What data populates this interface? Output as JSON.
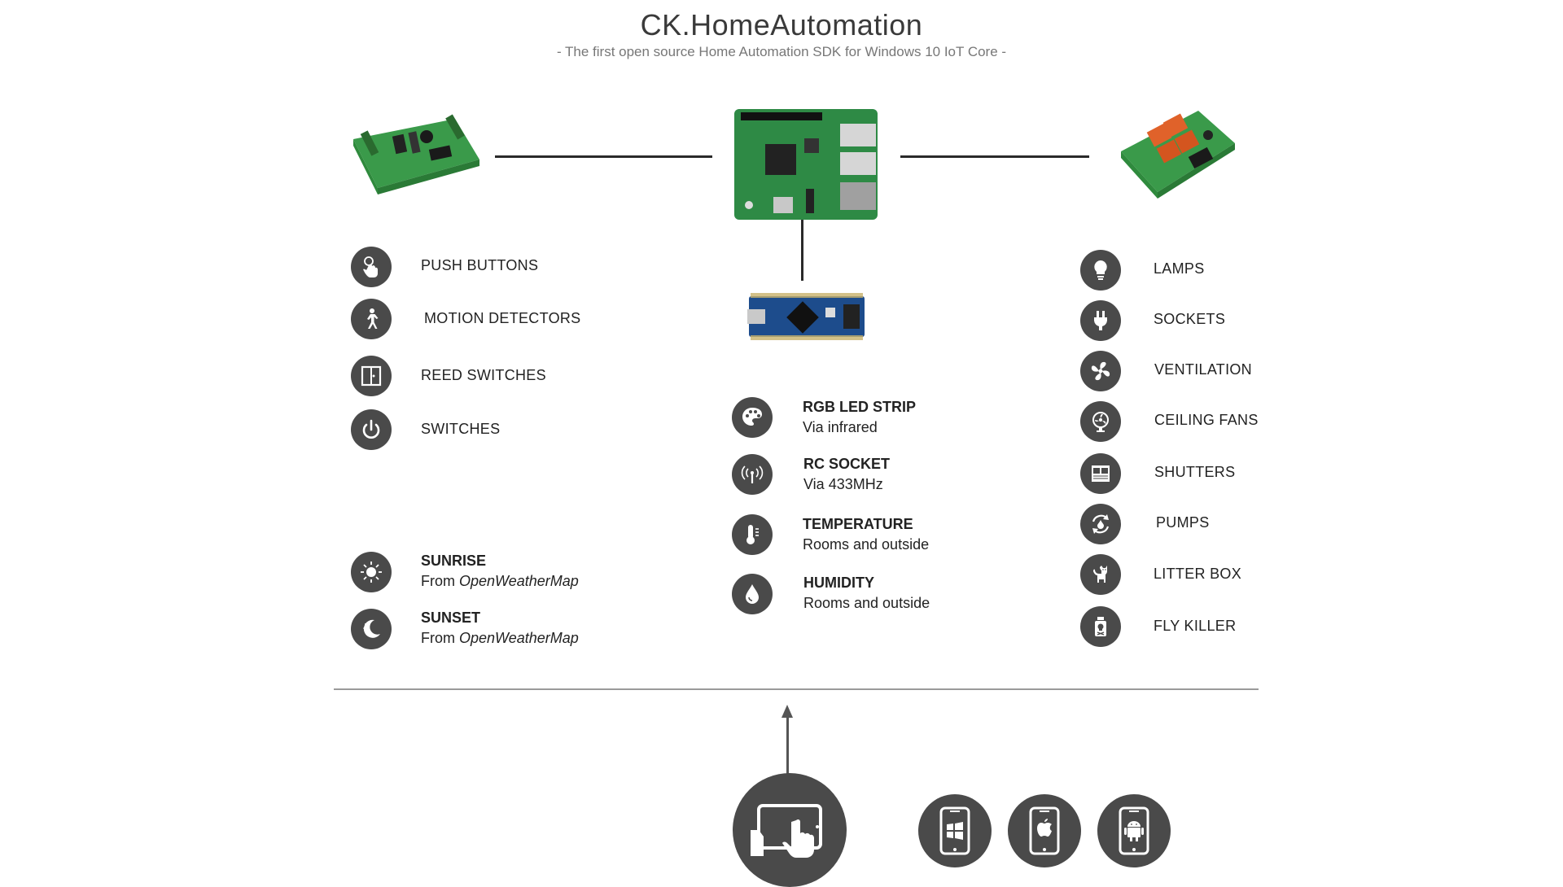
{
  "header": {
    "title": "CK.HomeAutomation",
    "subtitle": "- The first open source Home Automation SDK for Windows 10 IoT Core -"
  },
  "inputs": [
    {
      "label": "PUSH BUTTONS",
      "icon": "touch-hand-icon"
    },
    {
      "label": "MOTION DETECTORS",
      "icon": "walking-person-icon"
    },
    {
      "label": "REED SWITCHES",
      "icon": "door-window-icon"
    },
    {
      "label": "SWITCHES",
      "icon": "power-icon"
    }
  ],
  "weather": [
    {
      "title": "SUNRISE",
      "prefix": "From ",
      "source": "OpenWeatherMap",
      "icon": "sun-icon"
    },
    {
      "title": "SUNSET",
      "prefix": "From ",
      "source": "OpenWeatherMap",
      "icon": "moon-icon"
    }
  ],
  "center": [
    {
      "title": "RGB LED STRIP",
      "sub": "Via infrared",
      "icon": "palette-icon"
    },
    {
      "title": "RC SOCKET",
      "sub": "Via 433MHz",
      "icon": "antenna-icon"
    },
    {
      "title": "TEMPERATURE",
      "sub": "Rooms and outside",
      "icon": "thermometer-icon"
    },
    {
      "title": "HUMIDITY",
      "sub": "Rooms and outside",
      "icon": "droplet-icon"
    }
  ],
  "outputs": [
    {
      "label": "LAMPS",
      "icon": "lightbulb-icon"
    },
    {
      "label": "SOCKETS",
      "icon": "plug-icon"
    },
    {
      "label": "VENTILATION",
      "icon": "fan-icon"
    },
    {
      "label": "CEILING FANS",
      "icon": "ceiling-fan-icon"
    },
    {
      "label": "SHUTTERS",
      "icon": "shutter-icon"
    },
    {
      "label": "PUMPS",
      "icon": "pump-icon"
    },
    {
      "label": "LITTER BOX",
      "icon": "cat-icon"
    },
    {
      "label": "FLY KILLER",
      "icon": "skull-bottle-icon"
    }
  ],
  "clients": [
    {
      "icon": "tablet-touch-icon"
    },
    {
      "icon": "windows-phone-icon"
    },
    {
      "icon": "apple-phone-icon"
    },
    {
      "icon": "android-phone-icon"
    }
  ],
  "colors": {
    "icon_bg": "#4a4a4a",
    "board_green": "#3a9a4a",
    "relay_orange": "#e0622a",
    "arduino_blue": "#1d4c8c"
  }
}
